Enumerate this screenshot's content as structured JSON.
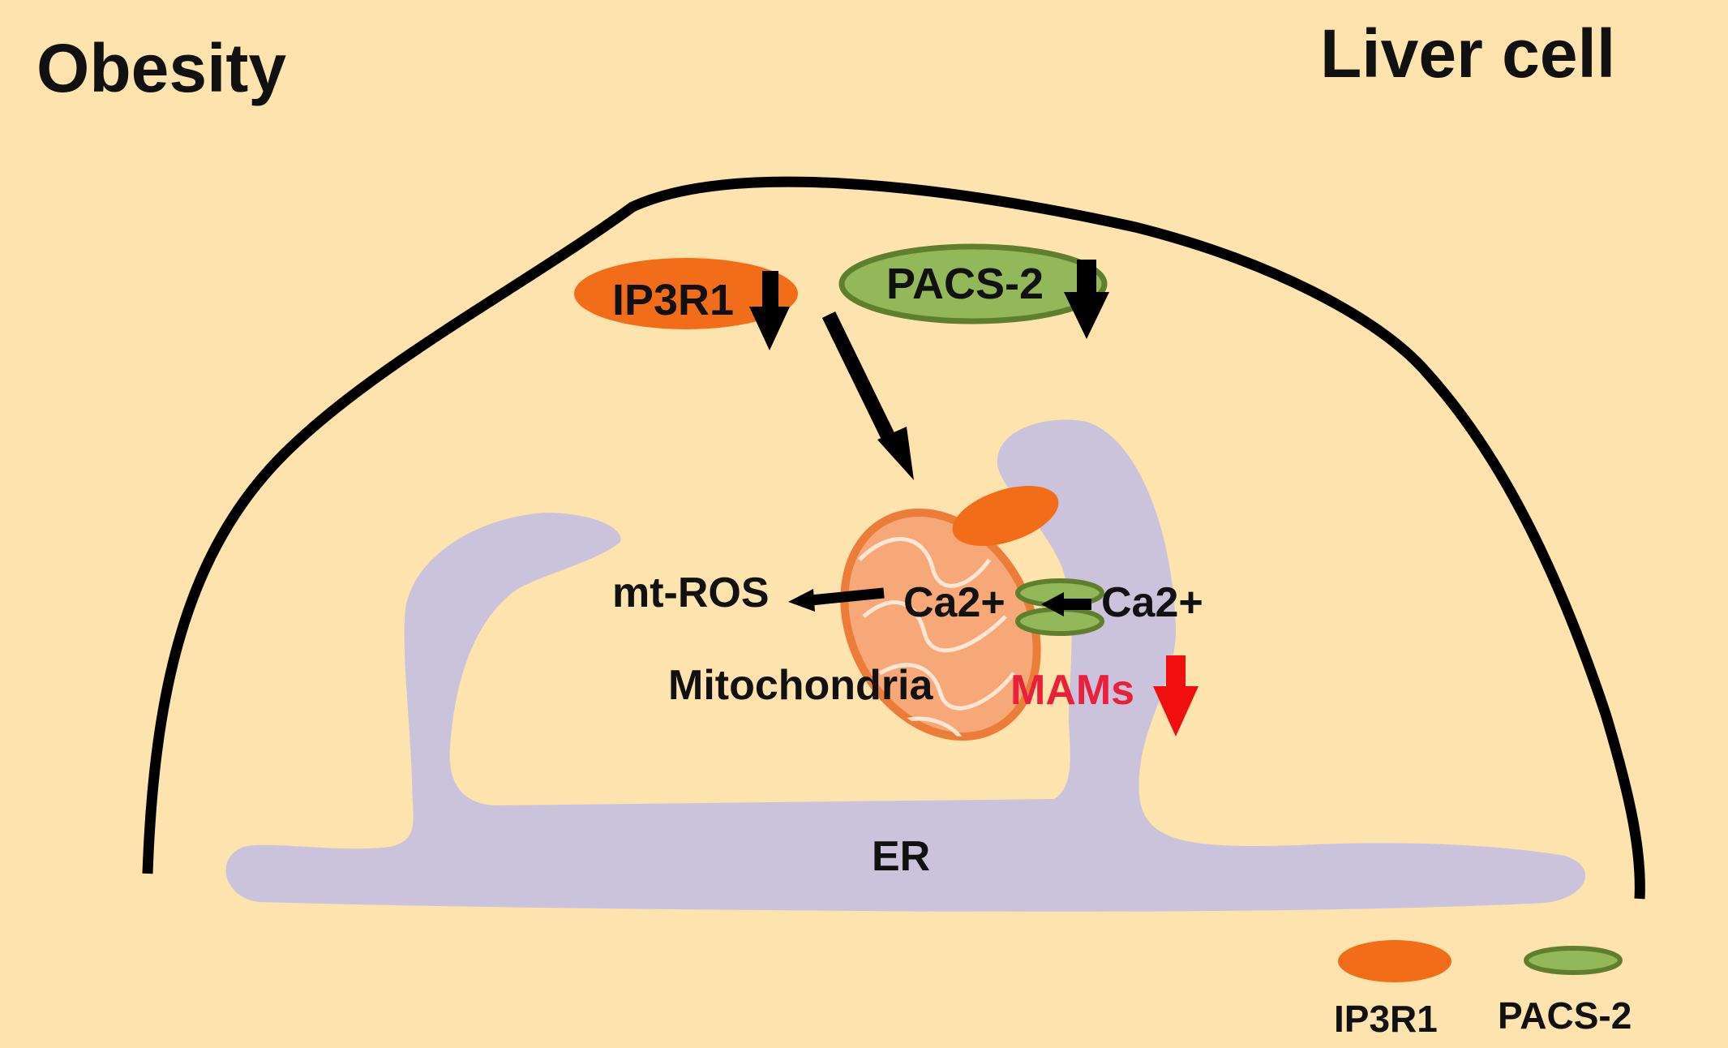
{
  "condition_title": "Obesity",
  "cell_title": "Liver cell",
  "labels": {
    "ip3r1": "IP3R1",
    "pacs2": "PACS-2",
    "mt_ros": "mt-ROS",
    "ca_mito": "Ca2+",
    "ca_er": "Ca2+",
    "mitochondria": "Mitochondria",
    "mams": "MAMs",
    "er": "ER"
  },
  "legend": [
    {
      "label": "IP3R1",
      "shape": "orange-ellipse"
    },
    {
      "label": "PACS-2",
      "shape": "green-ring-ellipse"
    }
  ],
  "colors": {
    "background": "#fde3ad",
    "er": "#cbc2dc",
    "ip3r1": "#f26d1a",
    "pacs2_fill": "#93b859",
    "pacs2_stroke": "#5f7f2e",
    "mito_fill": "#f7a878",
    "mito_stroke": "#ec7c3a",
    "mams_text": "#e8203a",
    "down_arrow_red": "#f10e0e",
    "line": "#000000"
  }
}
